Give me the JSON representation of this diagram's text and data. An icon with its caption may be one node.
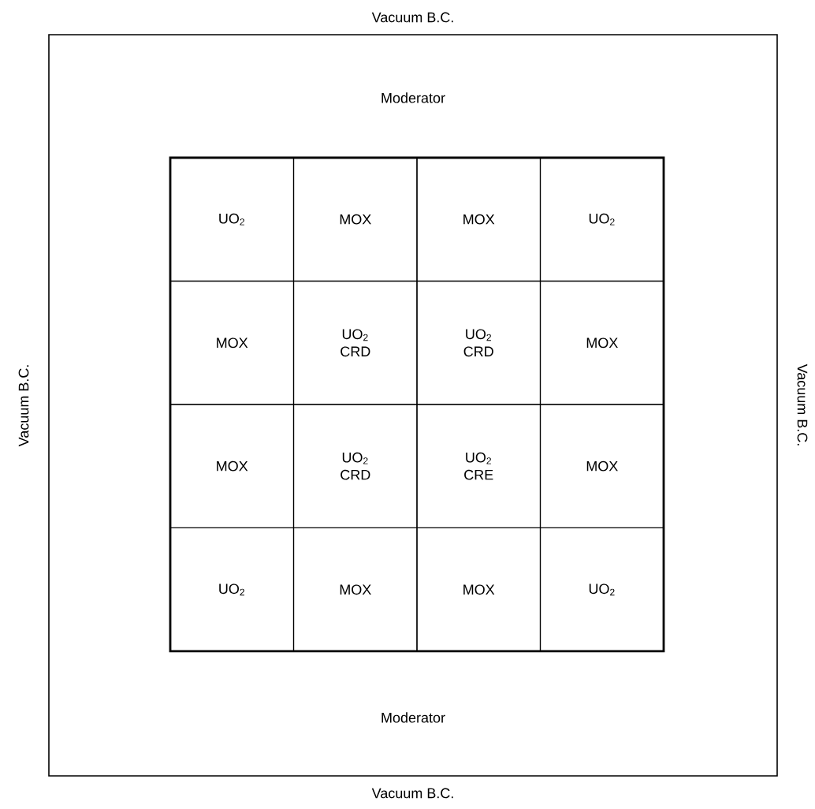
{
  "diagram": {
    "nodes": [
      {
        "text": [
          "Moderator",
          "Moderator"
        ]
      },
      {
        "text": [
          "UO$_{2}$"
        ],
        "in": 0
      },
      {
        "text": [
          "MOX"
        ],
        "in": 0
      },
      {
        "text": [
          "MOX"
        ],
        "in": 0
      },
      {
        "text": [
          "UO$_{2}$"
        ],
        "in": 0
      },
      {
        "text": [
          "MOX"
        ],
        "in": 0
      },
      {
        "text": [
          "UO$_{2}$",
          "CRD"
        ],
        "in": 0
      },
      {
        "text": [
          "UO$_{2}$",
          "CRD"
        ],
        "in": 0
      },
      {
        "text": [
          "MOX"
        ],
        "in": 0
      },
      {
        "text": [
          "MOX"
        ],
        "in": 0
      },
      {
        "text": [
          "UO$_{2}$",
          "CRD"
        ],
        "in": 0
      },
      {
        "text": [
          "UO$_{2}$",
          "CRE"
        ],
        "in": 0
      },
      {
        "text": [
          "MOX"
        ],
        "in": 0
      },
      {
        "text": [
          "UO$_{2}$"
        ],
        "in": 0
      },
      {
        "text": [
          "MOX"
        ],
        "in": 0
      },
      {
        "text": [
          "MOX"
        ],
        "in": 0
      },
      {
        "text": [
          "UO$_{2}$"
        ],
        "in": 0
      }
    ],
    "labels": [
      "Vacuum B.C.",
      "Vacuum B.C.",
      "Vacuum B.C.",
      "Vacuum B.C."
    ]
  }
}
